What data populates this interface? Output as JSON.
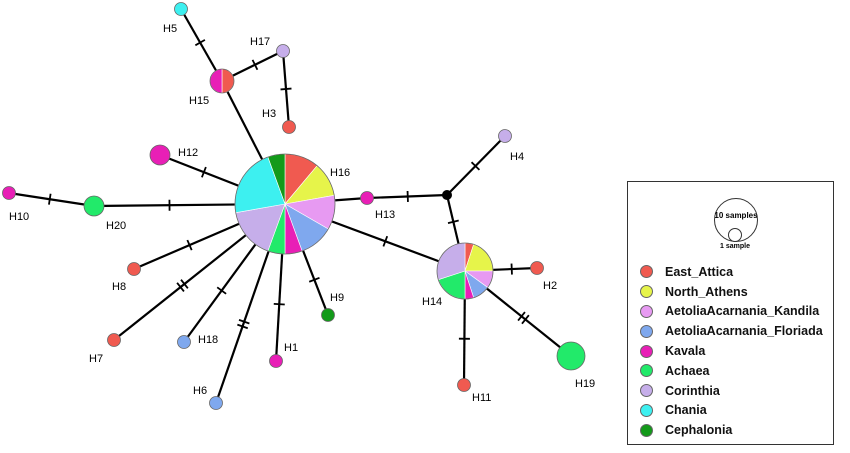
{
  "populations": [
    {
      "id": "east_attica",
      "name": "East_Attica",
      "color": "#f05a50"
    },
    {
      "id": "north_athens",
      "name": "North_Athens",
      "color": "#e6f44a"
    },
    {
      "id": "aetolia_kandila",
      "name": "AetoliaAcarnania_Kandila",
      "color": "#e79af2"
    },
    {
      "id": "aetolia_floriada",
      "name": "AetoliaAcarnania_Floriada",
      "color": "#7fa8ee"
    },
    {
      "id": "kavala",
      "name": "Kavala",
      "color": "#e81fb6"
    },
    {
      "id": "achaea",
      "name": "Achaea",
      "color": "#22ea6a"
    },
    {
      "id": "corinthia",
      "name": "Corinthia",
      "color": "#c6aeea"
    },
    {
      "id": "chania",
      "name": "Chania",
      "color": "#3df0f0"
    },
    {
      "id": "cephalonia",
      "name": "Cephalonia",
      "color": "#139a1a"
    }
  ],
  "legend": {
    "scale_large_label": "10 samples",
    "scale_small_label": "1 sample"
  },
  "haplotypes": [
    {
      "id": "H1",
      "label": "H1",
      "samples": 1,
      "composition": {
        "kavala": 1
      }
    },
    {
      "id": "H2",
      "label": "H2",
      "samples": 1,
      "composition": {
        "east_attica": 1
      }
    },
    {
      "id": "H3",
      "label": "H3",
      "samples": 1,
      "composition": {
        "east_attica": 1
      }
    },
    {
      "id": "H4",
      "label": "H4",
      "samples": 1,
      "composition": {
        "corinthia": 1
      }
    },
    {
      "id": "H5",
      "label": "H5",
      "samples": 1,
      "composition": {
        "chania": 1
      }
    },
    {
      "id": "H6",
      "label": "H6",
      "samples": 1,
      "composition": {
        "aetolia_floriada": 1
      }
    },
    {
      "id": "H7",
      "label": "H7",
      "samples": 1,
      "composition": {
        "east_attica": 1
      }
    },
    {
      "id": "H8",
      "label": "H8",
      "samples": 1,
      "composition": {
        "east_attica": 1
      }
    },
    {
      "id": "H9",
      "label": "H9",
      "samples": 1,
      "composition": {
        "cephalonia": 1
      }
    },
    {
      "id": "H10",
      "label": "H10",
      "samples": 1,
      "composition": {
        "kavala": 1
      }
    },
    {
      "id": "H11",
      "label": "H11",
      "samples": 1,
      "composition": {
        "east_attica": 1
      }
    },
    {
      "id": "H12",
      "label": "H12",
      "samples": 2,
      "composition": {
        "kavala": 2
      }
    },
    {
      "id": "H13",
      "label": "H13",
      "samples": 1,
      "composition": {
        "kavala": 1
      }
    },
    {
      "id": "H14",
      "label": "H14",
      "samples": 10,
      "composition": {
        "east_attica": 0.5,
        "north_athens": 2,
        "aetolia_kandila": 1,
        "aetolia_floriada": 1,
        "kavala": 0.5,
        "achaea": 2,
        "corinthia": 3
      }
    },
    {
      "id": "H15",
      "label": "H15",
      "samples": 2,
      "composition": {
        "east_attica": 1,
        "kavala": 1
      }
    },
    {
      "id": "H16",
      "label": "H16",
      "samples": 20,
      "composition": {
        "east_attica": 2,
        "north_athens": 2,
        "aetolia_kandila": 2,
        "aetolia_floriada": 2,
        "kavala": 1,
        "achaea": 1,
        "corinthia": 3,
        "chania": 4,
        "cephalonia": 1
      }
    },
    {
      "id": "H17",
      "label": "H17",
      "samples": 1,
      "composition": {
        "corinthia": 1
      }
    },
    {
      "id": "H18",
      "label": "H18",
      "samples": 1,
      "composition": {
        "aetolia_floriada": 1
      }
    },
    {
      "id": "H19",
      "label": "H19",
      "samples": 3,
      "composition": {
        "achaea": 3
      }
    },
    {
      "id": "H20",
      "label": "H20",
      "samples": 2,
      "composition": {
        "achaea": 2
      }
    },
    {
      "id": "median",
      "label": "",
      "samples": 0,
      "composition": {}
    }
  ],
  "edges": [
    {
      "from": "H16",
      "to": "H15",
      "mutations": 0
    },
    {
      "from": "H15",
      "to": "H5",
      "mutations": 1
    },
    {
      "from": "H15",
      "to": "H17",
      "mutations": 1
    },
    {
      "from": "H17",
      "to": "H3",
      "mutations": 1
    },
    {
      "from": "H16",
      "to": "H12",
      "mutations": 1
    },
    {
      "from": "H16",
      "to": "H20",
      "mutations": 1
    },
    {
      "from": "H20",
      "to": "H10",
      "mutations": 1
    },
    {
      "from": "H16",
      "to": "H8",
      "mutations": 1
    },
    {
      "from": "H16",
      "to": "H7",
      "mutations": 2
    },
    {
      "from": "H16",
      "to": "H18",
      "mutations": 1
    },
    {
      "from": "H16",
      "to": "H6",
      "mutations": 2
    },
    {
      "from": "H16",
      "to": "H1",
      "mutations": 1
    },
    {
      "from": "H16",
      "to": "H9",
      "mutations": 1
    },
    {
      "from": "H16",
      "to": "H13",
      "mutations": 0
    },
    {
      "from": "H13",
      "to": "median",
      "mutations": 1
    },
    {
      "from": "median",
      "to": "H4",
      "mutations": 1
    },
    {
      "from": "median",
      "to": "H14",
      "mutations": 1
    },
    {
      "from": "H16",
      "to": "H14",
      "mutations": 1
    },
    {
      "from": "H14",
      "to": "H2",
      "mutations": 1
    },
    {
      "from": "H14",
      "to": "H11",
      "mutations": 1
    },
    {
      "from": "H14",
      "to": "H19",
      "mutations": 2
    }
  ]
}
